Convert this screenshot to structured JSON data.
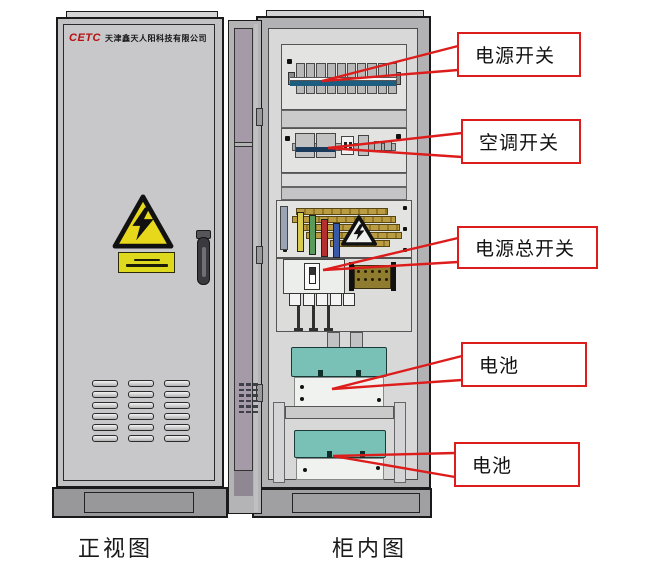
{
  "diagram": {
    "front_view": {
      "caption": "正视图",
      "logo_text": "CETC",
      "company_name": "天津鑫天人阳科技有限公司"
    },
    "interior_view": {
      "caption": "柜内图"
    },
    "callouts": [
      {
        "id": "power-switch",
        "label": "电源开关"
      },
      {
        "id": "ac-switch",
        "label": "空调开关"
      },
      {
        "id": "main-power-switch",
        "label": "电源总开关"
      },
      {
        "id": "battery-upper",
        "label": "电池"
      },
      {
        "id": "battery-lower",
        "label": "电池"
      }
    ],
    "colors": {
      "callout_red": "#dd1c1c",
      "cabinet_gray": "#c6c6c8",
      "panel_light": "#e2e2e0",
      "battery_teal": "#79c0b7",
      "busbar_brass": "#b2953d",
      "warning_yellow": "#e8d81c",
      "door_mauve": "#a59aa8"
    }
  }
}
